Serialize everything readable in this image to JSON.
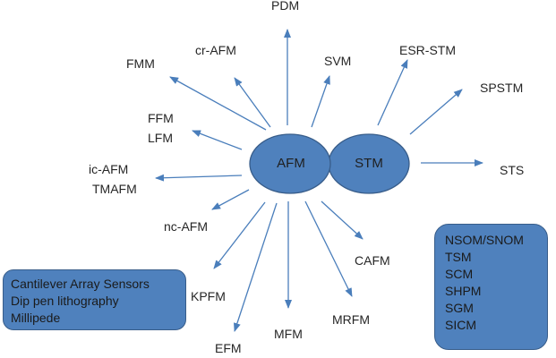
{
  "center_nodes": {
    "afm": "AFM",
    "stm": "STM"
  },
  "labels": {
    "pdm": "PDM",
    "cr_afm": "cr-AFM",
    "fmm": "FMM",
    "svm": "SVM",
    "esr_stm": "ESR-STM",
    "spstm": "SPSTM",
    "ffm": "FFM",
    "lfm": "LFM",
    "ic_afm": "ic-AFM",
    "tmafm": "TMAFM",
    "sts": "STS",
    "nc_afm": "nc-AFM",
    "cafm": "CAFM",
    "kpfm": "KPFM",
    "mrfm": "MRFM",
    "efm": "EFM",
    "mfm": "MFM"
  },
  "left_box": {
    "items": [
      "Cantilever Array Sensors",
      "Dip pen lithography",
      "Millipede"
    ]
  },
  "right_box": {
    "items": [
      "NSOM/SNOM",
      "TSM",
      "SCM",
      "SHPM",
      "SGM",
      "SICM"
    ]
  },
  "colors": {
    "node_fill": "#4f81bd",
    "node_stroke": "#385d8a",
    "arrow": "#4a7ebb",
    "text": "#262626"
  }
}
